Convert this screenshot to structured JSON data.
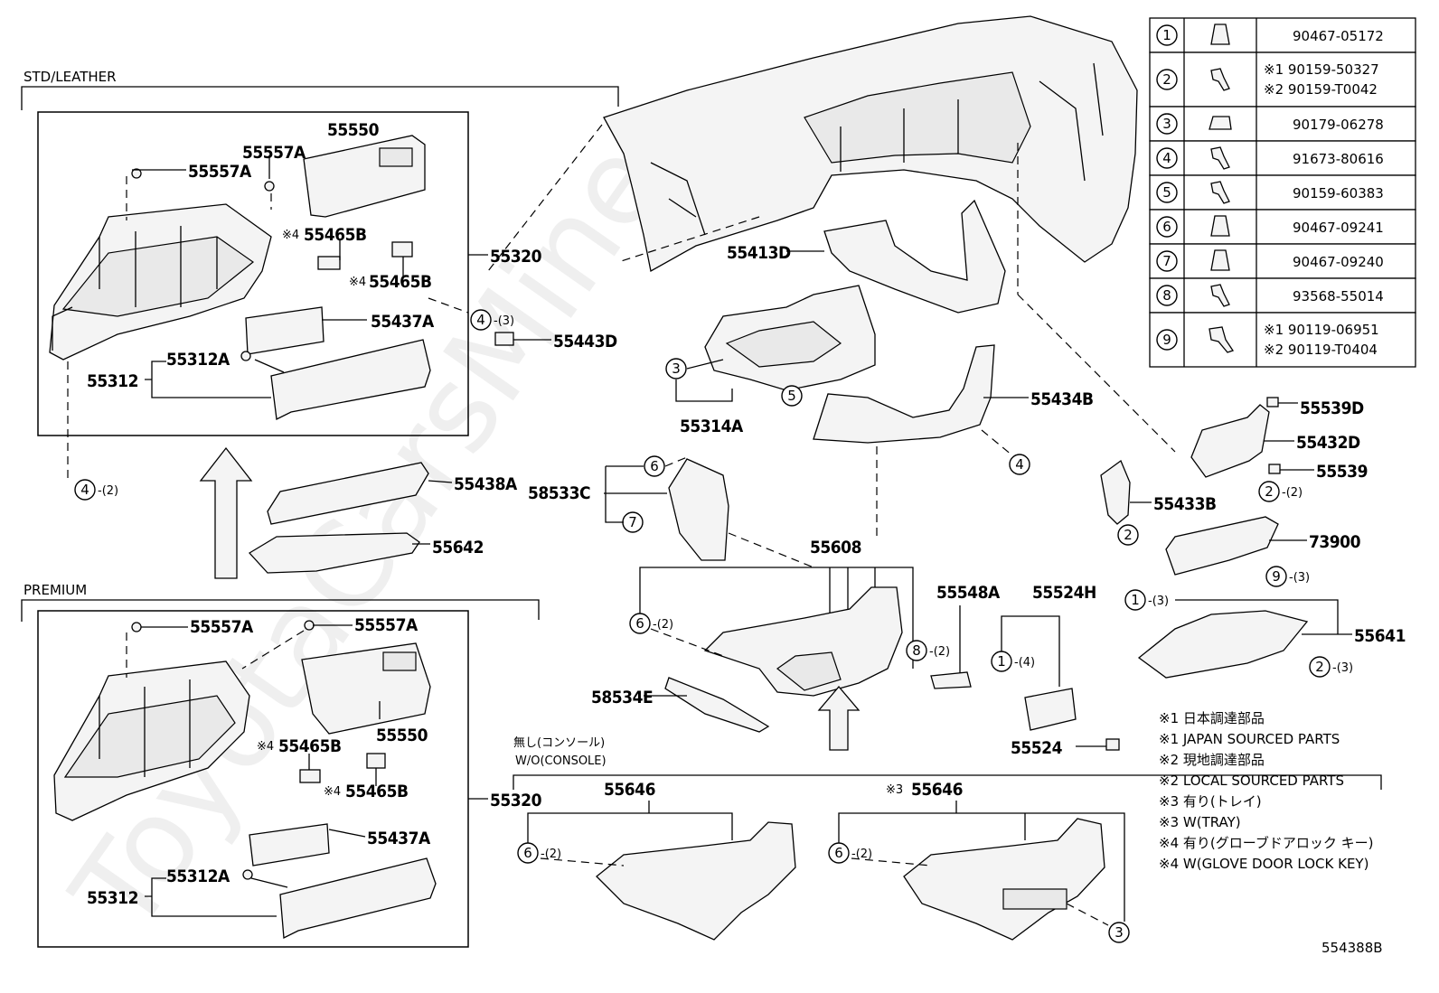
{
  "diagram_id": "554388B",
  "sections": {
    "std_leather": "STD/LEATHER",
    "premium": "PREMIUM",
    "no_console_jp": "無し(コンソール)",
    "no_console_en": "W/O(CONSOLE)"
  },
  "watermark": "ToyotaCarsMiner",
  "labels": {
    "p55550_a": "55550",
    "p55557A_a": "55557A",
    "p55557A_b": "55557A",
    "p55465B_a": "55465B",
    "p55465B_b": "55465B",
    "p55320_a": "55320",
    "p55437A_a": "55437A",
    "p55312A_a": "55312A",
    "p55312_a": "55312",
    "p55443D": "55443D",
    "p55438A": "55438A",
    "p55642": "55642",
    "p55557A_c": "55557A",
    "p55557A_d": "55557A",
    "p55550_b": "55550",
    "p55465B_c": "55465B",
    "p55465B_d": "55465B",
    "p55320_b": "55320",
    "p55437A_b": "55437A",
    "p55312A_b": "55312A",
    "p55312_b": "55312",
    "p55413D": "55413D",
    "p55314A": "55314A",
    "p55434B": "55434B",
    "p58533C": "58533C",
    "p55608": "55608",
    "p55548A": "55548A",
    "p55524H": "55524H",
    "p58534E": "58534E",
    "p55524": "55524",
    "p55646_a": "55646",
    "p55646_b": "55646",
    "p55539D": "55539D",
    "p55432D": "55432D",
    "p55539": "55539",
    "p55433B": "55433B",
    "p73900": "73900",
    "p55641": "55641"
  },
  "marks": {
    "note4": "※4",
    "note3": "※3"
  },
  "suffix": {
    "q2": "-(2)",
    "q3": "-(3)",
    "q4": "-(4)"
  },
  "fastener_table": [
    {
      "no": "1",
      "icon": "clip-icon",
      "parts": [
        "90467-05172"
      ]
    },
    {
      "no": "2",
      "icon": "screw-icon",
      "parts": [
        "※1 90159-50327",
        "※2 90159-T0042"
      ]
    },
    {
      "no": "3",
      "icon": "nut-icon",
      "parts": [
        "90179-06278"
      ]
    },
    {
      "no": "4",
      "icon": "screw-icon",
      "parts": [
        "91673-80616"
      ]
    },
    {
      "no": "5",
      "icon": "screw-icon",
      "parts": [
        "90159-60383"
      ]
    },
    {
      "no": "6",
      "icon": "clip-icon",
      "parts": [
        "90467-09241"
      ]
    },
    {
      "no": "7",
      "icon": "clip-icon",
      "parts": [
        "90467-09240"
      ]
    },
    {
      "no": "8",
      "icon": "screw-icon",
      "parts": [
        "93568-55014"
      ]
    },
    {
      "no": "9",
      "icon": "bolt-icon",
      "parts": [
        "※1 90119-06951",
        "※2 90119-T0404"
      ]
    }
  ],
  "notes": [
    "※1 日本調達部品",
    "※1 JAPAN SOURCED PARTS",
    "※2 現地調達部品",
    "※2 LOCAL SOURCED PARTS",
    "※3 有り(トレイ)",
    "※3 W(TRAY)",
    "※4 有り(グローブドアロック キー)",
    "※4 W(GLOVE DOOR LOCK KEY)"
  ]
}
